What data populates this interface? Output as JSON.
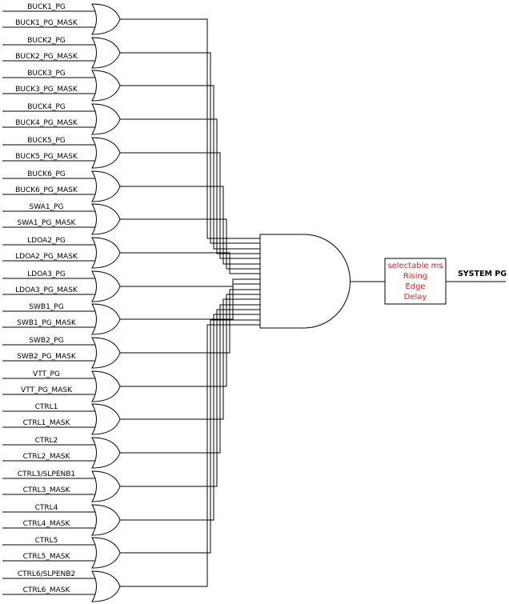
{
  "inputs": [
    {
      "pg": "BUCK1_PG",
      "mask": "BUCK1_PG_MASK"
    },
    {
      "pg": "BUCK2_PG",
      "mask": "BUCK2_PG_MASK"
    },
    {
      "pg": "BUCK3_PG",
      "mask": "BUCK3_PG_MASK"
    },
    {
      "pg": "BUCK4_PG",
      "mask": "BUCK4_PG_MASK"
    },
    {
      "pg": "BUCK5_PG",
      "mask": "BUCK5_PG_MASK"
    },
    {
      "pg": "BUCK6_PG",
      "mask": "BUCK6_PG_MASK"
    },
    {
      "pg": "SWA1_PG",
      "mask": "SWA1_PG_MASK"
    },
    {
      "pg": "LDOA2_PG",
      "mask": "LDOA2_PG_MASK"
    },
    {
      "pg": "LDOA3_PG",
      "mask": "LDOA3_PG_MASK"
    },
    {
      "pg": "SWB1_PG",
      "mask": "SWB1_PG_MASK"
    },
    {
      "pg": "SWB2_PG",
      "mask": "SWB2_PG_MASK"
    },
    {
      "pg": "VTT_PG",
      "mask": "VTT_PG_MASK"
    },
    {
      "pg": "CTRL1",
      "mask": "CTRL1_MASK"
    },
    {
      "pg": "CTRL2",
      "mask": "CTRL2_MASK"
    },
    {
      "pg": "CTRL3/SLPENB1",
      "mask": "CTRL3_MASK"
    },
    {
      "pg": "CTRL4",
      "mask": "CTRL4_MASK"
    },
    {
      "pg": "CTRL5",
      "mask": "CTRL5_MASK"
    },
    {
      "pg": "CTRL6/SLPENB2",
      "mask": "CTRL6_MASK"
    }
  ],
  "delay_box": {
    "lines": [
      "selectable ms",
      "Rising",
      "Edge",
      "Delay"
    ],
    "text_color": "#e8231e"
  },
  "output": {
    "label": "SYSTEM PG"
  },
  "colors": {
    "line": "#000000",
    "background": "#ffffff"
  }
}
